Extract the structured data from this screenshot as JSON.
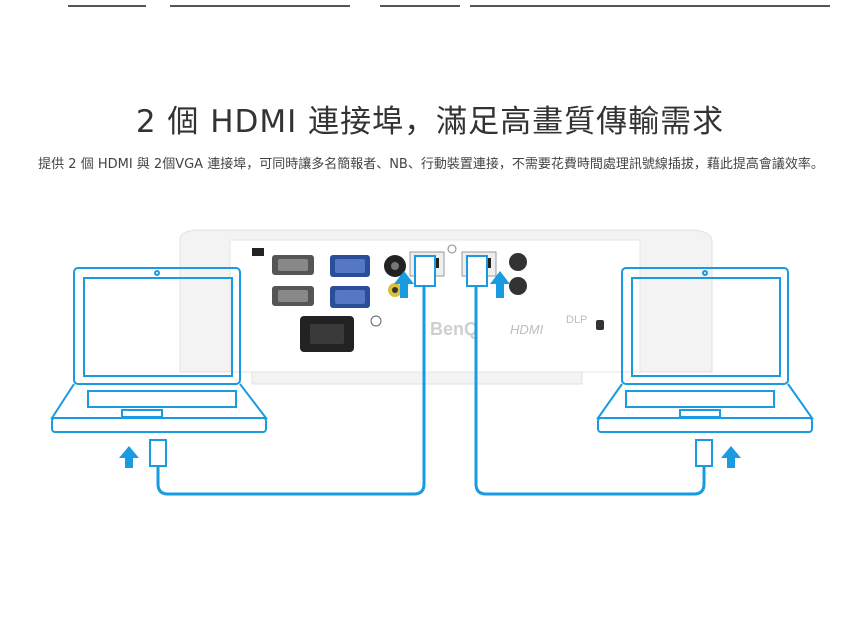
{
  "section": {
    "title": "2 個 HDMI 連接埠，滿足高畫質傳輸需求",
    "description": "提供 2 個 HDMI 與 2個VGA 連接埠，可同時讓多名簡報者、NB、行動裝置連接，不需要花費時間處理訊號線插拔，藉此提高會議效率。"
  },
  "projector": {
    "brand_label": "BenQ",
    "hdmi_logo": "HDMI",
    "dlp_logo": "DLP"
  },
  "icons": {
    "laptop": "laptop-outline-icon",
    "cable": "hdmi-cable-icon",
    "arrow": "arrow-up-icon"
  },
  "colors": {
    "accent_blue": "#1a9ae0",
    "laptop_stroke": "#1a9ae0",
    "projector_body": "#f2f2f2",
    "text": "#333333"
  }
}
